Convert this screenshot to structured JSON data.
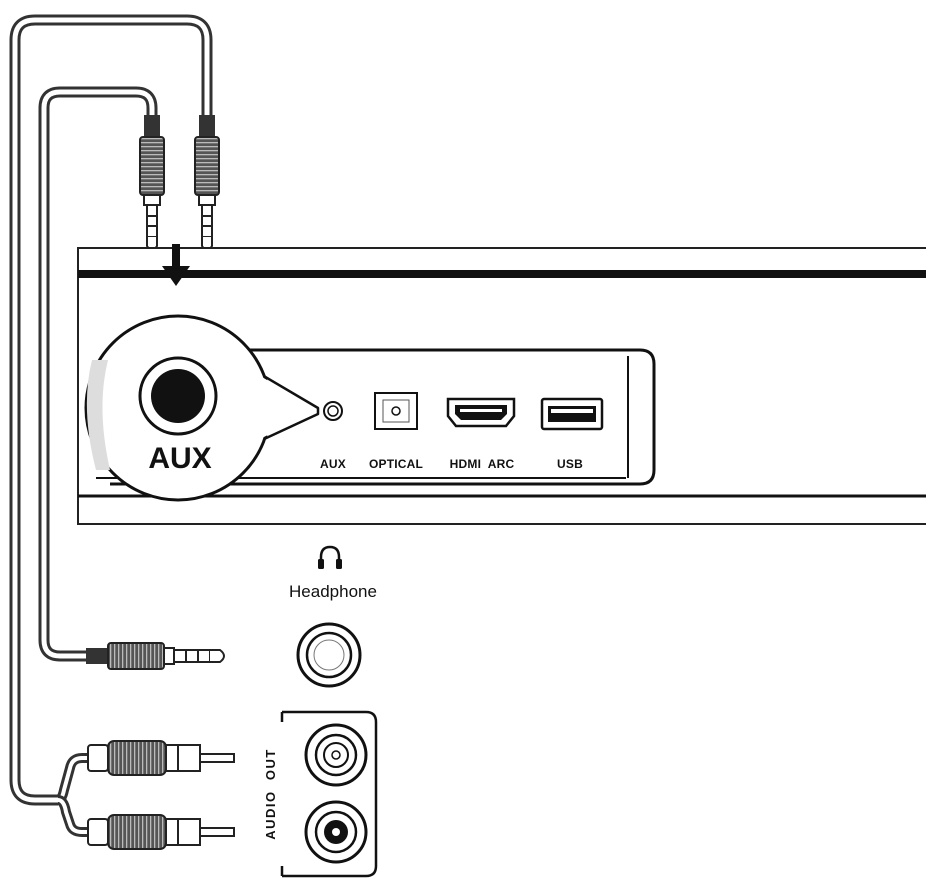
{
  "diagram": {
    "soundbar_ports": {
      "aux": "AUX",
      "optical": "OPTICAL",
      "hdmi_arc": "HDMI  ARC",
      "usb": "USB"
    },
    "zoom_callout_label": "AUX",
    "source_device": {
      "headphone_label": "Headphone",
      "headphone_icon": "headphone-icon",
      "audio_out_label": "AUDIO  OUT"
    },
    "colors": {
      "line": "#111111",
      "cable": "#333333",
      "background": "#ffffff"
    }
  }
}
